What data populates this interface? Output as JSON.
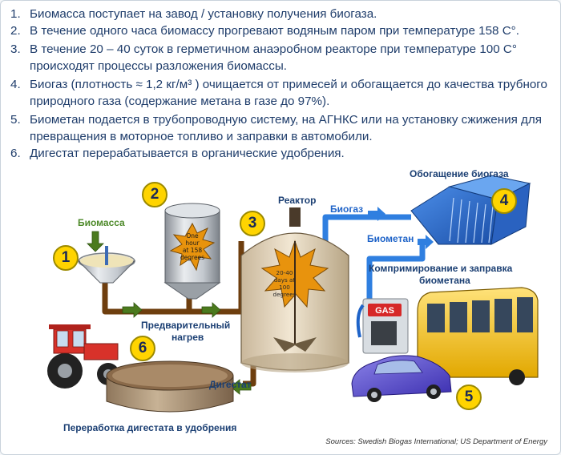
{
  "steps": [
    {
      "num": "1.",
      "text": "Биомасса поступает на завод / установку получения биогаза."
    },
    {
      "num": "2.",
      "text": "В течение одного часа биомассу прогревают водяным паром при температуре 158 С°."
    },
    {
      "num": "3.",
      "text": "В течение 20 – 40 суток в герметичном анаэробном реакторе при температуре 100 С° происходят процессы разложения биомассы."
    },
    {
      "num": "4.",
      "text": "Биогаз (плотность ≈ 1,2 кг/м³ ) очищается от примесей и обогащается до качества трубного природного газа (содержание метана в газе до 97%)."
    },
    {
      "num": "5.",
      "text": "Биометан подается в трубопроводную систему, на АГНКС или на установку сжижения для превращения в моторное топливо и заправки в автомобили."
    },
    {
      "num": "6.",
      "text": "Дигестат перерабатывается в органические удобрения."
    }
  ],
  "diagram": {
    "biomass_label": "Биомасса",
    "preheat_label_line1": "Предварительный",
    "preheat_label_line2": "нагрев",
    "heater_text_1": "One",
    "heater_text_2": "hour",
    "heater_text_3": "at 158",
    "heater_text_4": "degrees",
    "reactor_label": "Реактор",
    "reactor_text_1": "20-40",
    "reactor_text_2": "days at",
    "reactor_text_3": "100",
    "reactor_text_4": "degrees",
    "biogas_label": "Биогаз",
    "upgrade_label": "Обогащение биогаза",
    "biomethane_label": "Биометан",
    "compress_label_line1": "Компримирование и заправка",
    "compress_label_line2": "биометана",
    "digestate_label": "Дигестат",
    "recycle_label": "Переработка дигестата в удобрения",
    "pump_sign": "GAS",
    "numbers": [
      "1",
      "2",
      "3",
      "4",
      "5",
      "6"
    ]
  },
  "source": "Sources: Swedish Biogas International; US Department of Energy",
  "colors": {
    "text_blue": "#1f3d6b",
    "label_green": "#4e8a2a",
    "label_blue": "#1e63c8",
    "badge_yellow": "#ffd400",
    "pipe_blue": "#2f7fe0",
    "pipe_brown": "#6e3e0e",
    "arrow_green": "#4b7a1e"
  },
  "icons": [
    "biomass-funnel-icon",
    "heater-tank-icon",
    "reactor-tank-icon",
    "upgrader-building-icon",
    "gas-pump-icon",
    "bus-icon",
    "car-icon",
    "tractor-icon",
    "digestate-tank-icon"
  ]
}
